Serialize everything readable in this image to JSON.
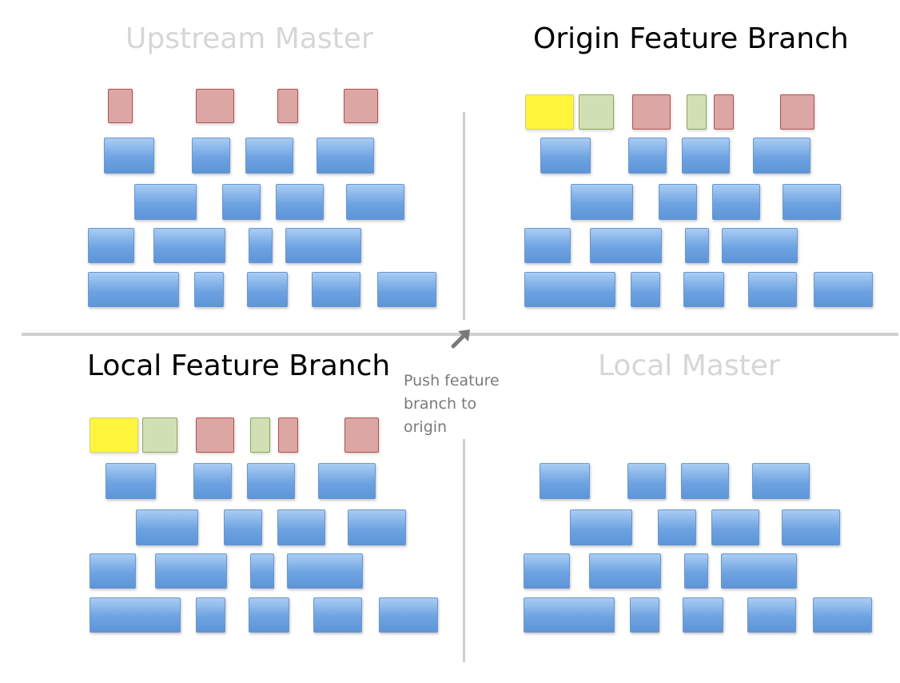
{
  "quadrants": {
    "upstream_master": {
      "title": "Upstream Master",
      "state": "faded"
    },
    "origin_feature_branch": {
      "title": "Origin Feature Branch",
      "state": "active"
    },
    "local_feature_branch": {
      "title": "Local Feature Branch",
      "state": "active"
    },
    "local_master": {
      "title": "Local Master",
      "state": "faded"
    }
  },
  "push_label": "Push feature branch to origin",
  "colors": {
    "commit_blue": "#6ea3e1",
    "change_red": "#dba6a4",
    "change_yellow": "#fff53d",
    "change_green": "#d0dfb4",
    "faded_title": "#d6d6d6",
    "divider": "#cfcfcf"
  },
  "icons": {
    "push_arrow": "arrow-up-right-icon"
  }
}
